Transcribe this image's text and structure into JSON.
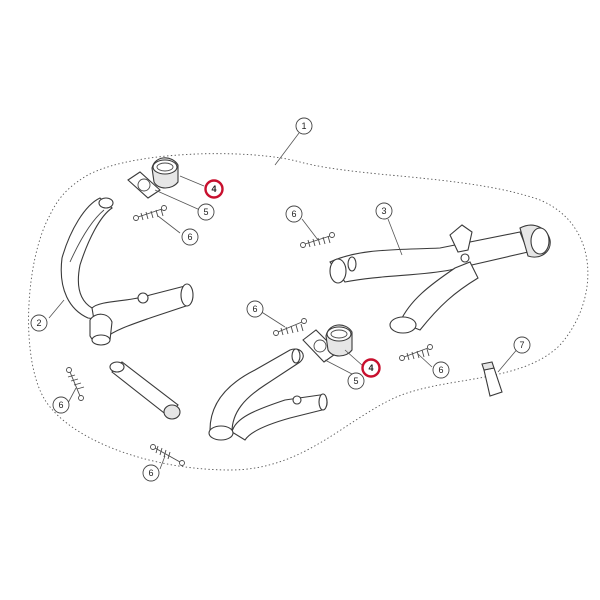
{
  "diagram": {
    "callouts": {
      "c1": "1",
      "c2": "2",
      "c3": "3",
      "c4a": "4",
      "c4b": "4",
      "c5a": "5",
      "c5b": "5",
      "c6a": "6",
      "c6b": "6",
      "c6c": "6",
      "c6d": "6",
      "c6e": "6",
      "c6f": "6",
      "c7": "7"
    },
    "highlight_color": "#c8102e",
    "highlighted_part": "4"
  }
}
